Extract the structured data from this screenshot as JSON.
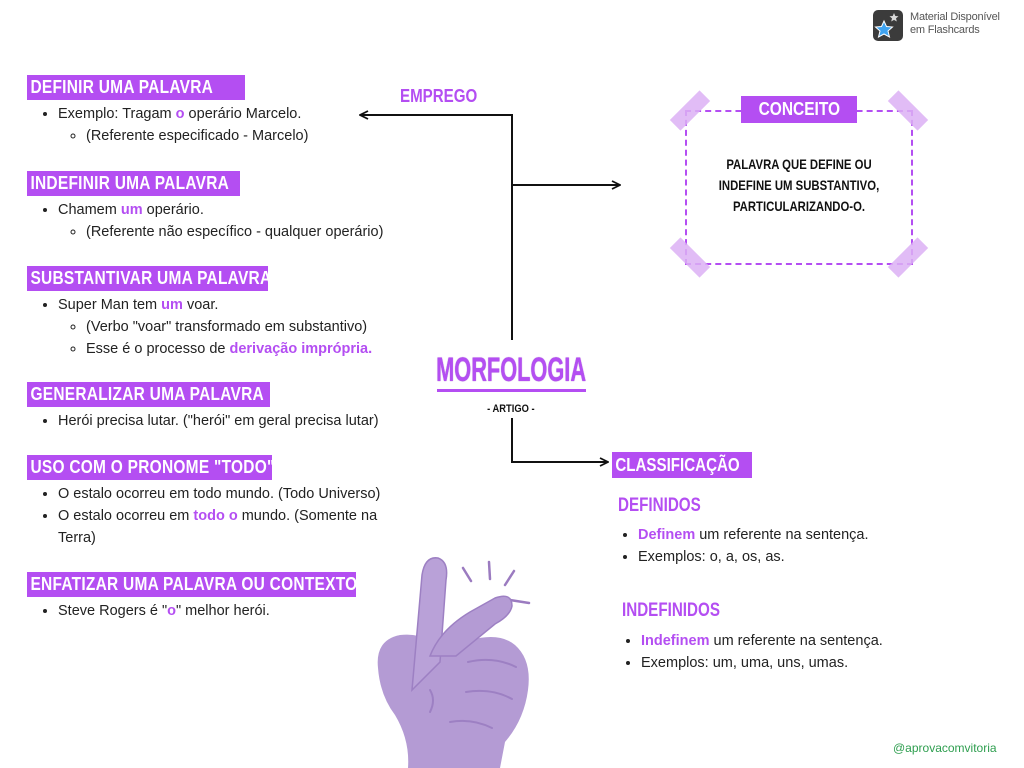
{
  "note": {
    "line1": "Material Disponível",
    "line2": "em Flashcards"
  },
  "handle": "@aprovacomvitoria",
  "icons": {
    "app": "flashcards-app-icon",
    "illustration": "snapping-hand-illustration"
  },
  "colors": {
    "accent": "#b44ef2",
    "hand": "#b49bd4",
    "handle_text": "#2e9e4f",
    "connector": "#111111"
  },
  "center": {
    "title": "MORFOLOGIA",
    "subtitle": "- ARTIGO -"
  },
  "emprego": {
    "label": "EMPREGO",
    "sections": [
      {
        "title": "DEFINIR UMA PALAVRA",
        "items": [
          {
            "parts": [
              {
                "t": "Exemplo: Tragam "
              },
              {
                "t": "o",
                "em": true
              },
              {
                "t": " operário Marcelo."
              }
            ],
            "sub": [
              {
                "parts": [
                  {
                    "t": "(Referente especificado - Marcelo)"
                  }
                ]
              }
            ]
          }
        ]
      },
      {
        "title": "INDEFINIR UMA PALAVRA",
        "items": [
          {
            "parts": [
              {
                "t": "Chamem "
              },
              {
                "t": "um",
                "em": true
              },
              {
                "t": " operário."
              }
            ],
            "sub": [
              {
                "parts": [
                  {
                    "t": "(Referente não específico - qualquer operário)"
                  }
                ]
              }
            ]
          }
        ]
      },
      {
        "title": "SUBSTANTIVAR UMA PALAVRA",
        "items": [
          {
            "parts": [
              {
                "t": "Super Man tem "
              },
              {
                "t": "um",
                "em": true
              },
              {
                "t": " voar."
              }
            ],
            "sub": [
              {
                "parts": [
                  {
                    "t": "(Verbo \"voar\" transformado em substantivo)"
                  }
                ]
              },
              {
                "parts": [
                  {
                    "t": "Esse é o processo de "
                  },
                  {
                    "t": "derivação imprópria.",
                    "em": true
                  }
                ]
              }
            ]
          }
        ]
      },
      {
        "title": "GENERALIZAR UMA PALAVRA",
        "items": [
          {
            "parts": [
              {
                "t": "Herói precisa lutar. (\"herói\" em geral precisa lutar)"
              }
            ]
          }
        ]
      },
      {
        "title": "USO COM O PRONOME \"TODO\"",
        "items": [
          {
            "parts": [
              {
                "t": "O estalo ocorreu em todo mundo. (Todo Universo)"
              }
            ]
          },
          {
            "parts": [
              {
                "t": "O estalo ocorreu em "
              },
              {
                "t": "todo o",
                "em": true
              },
              {
                "t": " mundo. (Somente na Terra)"
              }
            ]
          }
        ]
      },
      {
        "title": "ENFATIZAR UMA PALAVRA OU CONTEXTO",
        "items": [
          {
            "parts": [
              {
                "t": "Steve Rogers é \""
              },
              {
                "t": "o",
                "em": true
              },
              {
                "t": "\" melhor herói."
              }
            ]
          }
        ]
      }
    ]
  },
  "conceito": {
    "title": "CONCEITO",
    "lines": [
      "PALAVRA QUE DEFINE OU",
      "INDEFINE UM SUBSTANTIVO,",
      "PARTICULARIZANDO-O."
    ]
  },
  "classificacao": {
    "title": "CLASSIFICAÇÃO",
    "groups": [
      {
        "title": "DEFINIDOS",
        "items": [
          {
            "parts": [
              {
                "t": "Definem",
                "em": true
              },
              {
                "t": " um referente na sentença."
              }
            ]
          },
          {
            "parts": [
              {
                "t": "Exemplos: o, a, os, as."
              }
            ]
          }
        ]
      },
      {
        "title": "INDEFINIDOS",
        "items": [
          {
            "parts": [
              {
                "t": "Indefinem",
                "em": true
              },
              {
                "t": " um referente na sentença."
              }
            ]
          },
          {
            "parts": [
              {
                "t": "Exemplos: um, uma, uns, umas."
              }
            ]
          }
        ]
      }
    ]
  }
}
